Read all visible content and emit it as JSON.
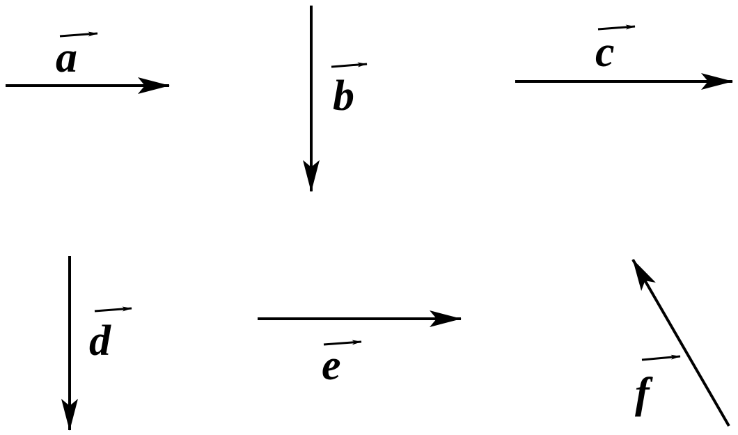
{
  "title": "Vectors diagram",
  "vectors": [
    {
      "id": "a",
      "label": "a",
      "direction": "right"
    },
    {
      "id": "b",
      "label": "b",
      "direction": "down"
    },
    {
      "id": "c",
      "label": "c",
      "direction": "right"
    },
    {
      "id": "d",
      "label": "d",
      "direction": "down"
    },
    {
      "id": "e",
      "label": "e",
      "direction": "right"
    },
    {
      "id": "f",
      "label": "f",
      "direction": "up-left"
    }
  ],
  "colors": {
    "stroke": "#000000",
    "background": "#ffffff"
  }
}
